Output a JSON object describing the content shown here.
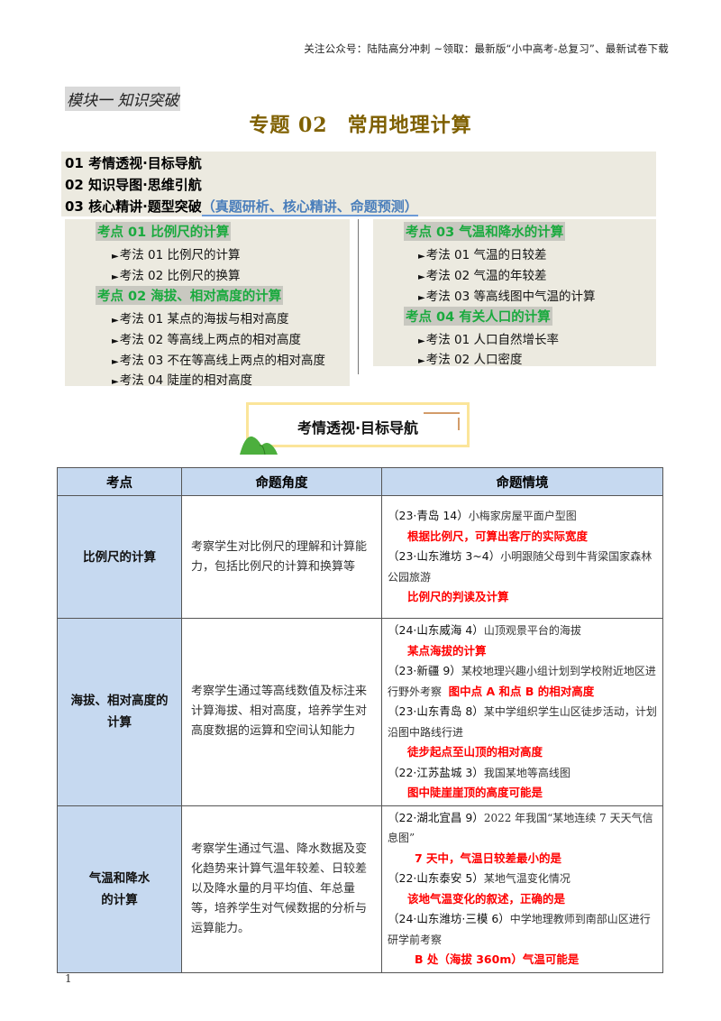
{
  "header": {
    "note": "关注公众号：陆陆高分冲刺  ~领取：最新版“小中高考-总复习”、最新试卷下载",
    "module": "模块一  知识突破",
    "title_num": "专题 02",
    "title_text": "常用地理计算"
  },
  "toc": {
    "items": [
      {
        "label": "01 考情透视·目标导航",
        "sub": ""
      },
      {
        "label": "02 知识导图·思维引航",
        "sub": ""
      },
      {
        "label": "03 核心精讲·题型突破",
        "sub": "（真题研析、核心精讲、命题预测）"
      }
    ],
    "left": {
      "kp1": "考点 01  比例尺的计算",
      "kp1_items": [
        "考法 01  比例尺的计算",
        "考法 02  比例尺的换算"
      ],
      "kp2": "考点 02  海拔、相对高度的计算",
      "kp2_items": [
        "考法 01  某点的海拔与相对高度",
        "考法 02  等高线上两点的相对高度",
        "考法 03  不在等高线上两点的相对高度",
        "考法 04  陡崖的相对高度"
      ]
    },
    "right": {
      "kp3": "考点 03  气温和降水的计算",
      "kp3_items": [
        "考法 01  气温的日较差",
        "考法 02  气温的年较差",
        "考法 03  等高线图中气温的计算"
      ],
      "kp4": "考点 04  有关人口的计算",
      "kp4_items": [
        "考法 01 人口自然增长率",
        "考法 02  人口密度"
      ]
    },
    "arrow": "►"
  },
  "banner": {
    "title": "考情透视·目标导航"
  },
  "table": {
    "headers": [
      "考点",
      "命题角度",
      "命题情境"
    ],
    "rows": [
      {
        "kd": [
          "比例尺的计算"
        ],
        "angle": "考察学生对比例尺的理解和计算能力，包括比例尺的计算和换算等",
        "scenes": [
          {
            "tag": "（23·青岛 14）",
            "text": "小梅家房屋平面户型图",
            "red": "根据比例尺，可算出客厅的实际宽度"
          },
          {
            "tag": "（23·山东潍坊 3~4）",
            "text": "小明跟随父母到牛背梁国家森林公园旅游",
            "red": "比例尺的判读及计算"
          }
        ]
      },
      {
        "kd": [
          "海拔、相对高度的",
          "计算"
        ],
        "angle": "考察学生通过等高线数值及标注来计算海拔、相对高度，培养学生对高度数据的运算和空间认知能力",
        "scenes": [
          {
            "tag": "（24·山东威海 4）",
            "text": "山顶观景平台的海拔",
            "red": "某点海拔的计算"
          },
          {
            "tag": "（23·新疆 9）",
            "text": "某校地理兴趣小组计划到学校附近地区进行野外考察",
            "red": "图中点 A 和点 B 的相对高度",
            "inline": true
          },
          {
            "tag": "（23·山东青岛 8）",
            "text": "某中学组织学生山区徒步活动，计划沿图中路线行进",
            "red": "徒步起点至山顶的相对高度"
          },
          {
            "tag": "（22·江苏盐城 3）",
            "text": "我国某地等高线图",
            "red": "图中陡崖崖顶的高度可能是"
          }
        ]
      },
      {
        "kd": [
          "气温和降水",
          "的计算"
        ],
        "angle": "考察学生通过气温、降水数据及变化趋势来计算气温年较差、日较差以及降水量的月平均值、年总量等，培养学生对气候数据的分析与运算能力。",
        "scenes": [
          {
            "tag": "（22·湖北宜昌 9）",
            "text": "2022 年我国“某地连续 7 天天气信息图”",
            "red": "7 天中，气温日较差最小的是"
          },
          {
            "tag": "（22·山东泰安 5）",
            "text": "某地气温变化情况",
            "red": "该地气温变化的叙述，正确的是"
          },
          {
            "tag": "（24·山东潍坊·三模 6）",
            "text": "中学地理教师到南部山区进行研学前考察",
            "red": "B 处（海拔 360m）气温可能是"
          }
        ]
      }
    ]
  },
  "footer": {
    "page": "1"
  },
  "colors": {
    "title": "#7f6000",
    "green": "#1aaa3e",
    "red": "#ff0000",
    "header_blue": "#c6d9f0",
    "toc_bg": "#eceae0",
    "link_blue": "#4a7ebb"
  }
}
